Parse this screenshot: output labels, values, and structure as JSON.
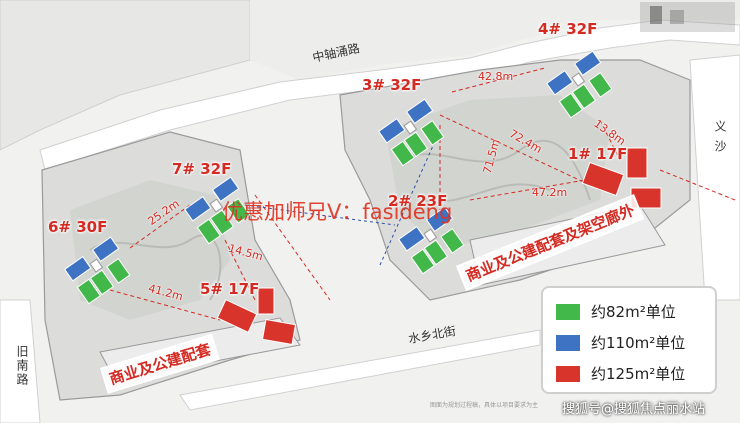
{
  "colors": {
    "unit_82": "#43b84a",
    "unit_110": "#3e73c4",
    "unit_125": "#d9342b",
    "accent": "#d42a22"
  },
  "buildings": [
    {
      "id": "b1",
      "label": "1# 17F"
    },
    {
      "id": "b2",
      "label": "2# 23F"
    },
    {
      "id": "b3",
      "label": "3# 32F"
    },
    {
      "id": "b4",
      "label": "4# 32F"
    },
    {
      "id": "b5",
      "label": "5# 17F"
    },
    {
      "id": "b6",
      "label": "6# 30F"
    },
    {
      "id": "b7",
      "label": "7# 32F"
    }
  ],
  "distances": [
    "42.8m",
    "72.4m",
    "71.5m",
    "13.8m",
    "47.2m",
    "25.2m",
    "14.5m",
    "41.2m"
  ],
  "roads": {
    "north": "中轴涌路",
    "south": "水乡北街",
    "west": "旧南路",
    "east": "义 沙"
  },
  "banners": {
    "east_commercial": "商业及公建配套及架空廊外",
    "west_commercial": "商业及公建配套"
  },
  "watermark": "优惠加师兄V：fasideng",
  "legend": [
    {
      "label": "约82m²单位",
      "color": "#43b84a"
    },
    {
      "label": "约110m²单位",
      "color": "#3e73c4"
    },
    {
      "label": "约125m²单位",
      "color": "#d9342b"
    }
  ],
  "credit": "搜狐号@搜狐焦点丽水站",
  "note": "图面为规划过程稿，具体以项目要求为主"
}
